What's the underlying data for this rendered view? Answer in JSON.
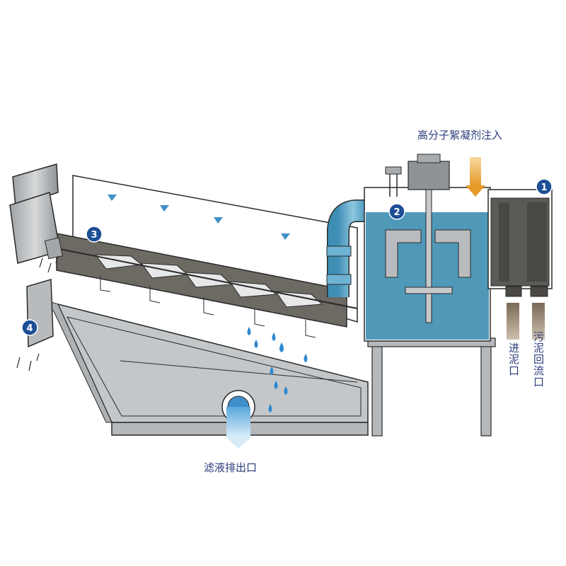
{
  "labels": {
    "flocculant_inlet": "高分子絮凝剂注入",
    "filtrate_outlet": "滤液排出口",
    "sludge_inlet": "进泥口",
    "sludge_return": "污泥回流口"
  },
  "badges": {
    "b1": "1",
    "b2": "2",
    "b3": "3",
    "b4": "4"
  },
  "colors": {
    "tank_water": "#4f98b8",
    "machine_gray": "#b3b6b8",
    "dark_gray": "#5c5a56",
    "pipe_blue": "#5aa7c9",
    "badge_blue": "#1d4f96",
    "arrow_orange": "#e9a93c",
    "label_text": "#2b3b7a",
    "drop_blue": "#2d88d0"
  }
}
